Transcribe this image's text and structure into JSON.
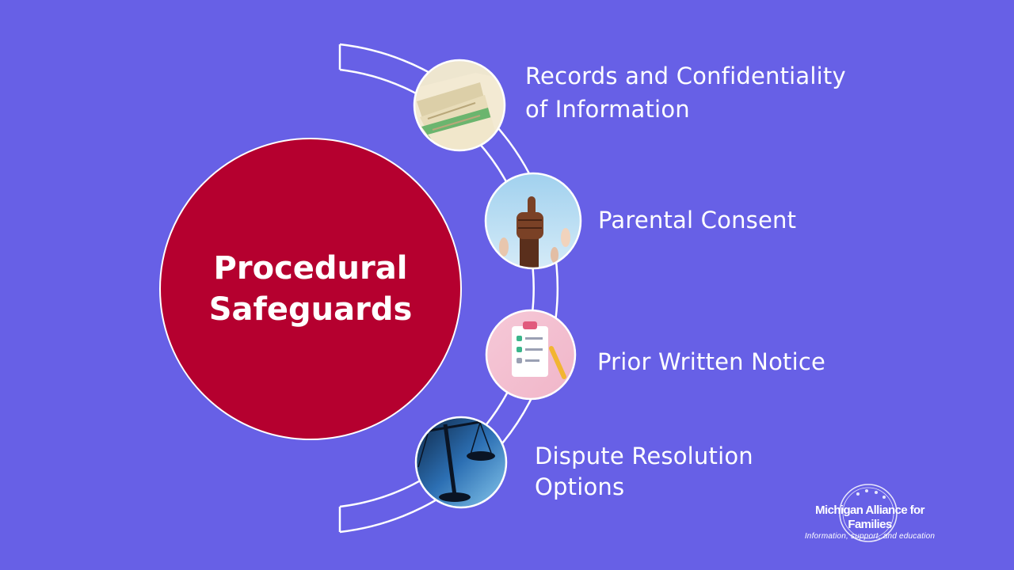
{
  "title": "Procedural Safeguards",
  "title_lines": [
    "Procedural",
    "Safeguards"
  ],
  "colors": {
    "background": "#6760e6",
    "center_circle": "#b5002f",
    "outline": "#ffffff"
  },
  "items": [
    {
      "lines": [
        "Records and Confidentiality",
        "of Information"
      ],
      "icon": "file-folders-icon"
    },
    {
      "lines": [
        "Parental Consent"
      ],
      "icon": "thumbs-up-icon"
    },
    {
      "lines": [
        "Prior Written Notice"
      ],
      "icon": "clipboard-checklist-icon"
    },
    {
      "lines": [
        "Dispute Resolution",
        "Options"
      ],
      "icon": "scales-of-justice-icon"
    }
  ],
  "logo": {
    "name": "Michigan Alliance for Families",
    "tagline": "Information, support, and education"
  }
}
